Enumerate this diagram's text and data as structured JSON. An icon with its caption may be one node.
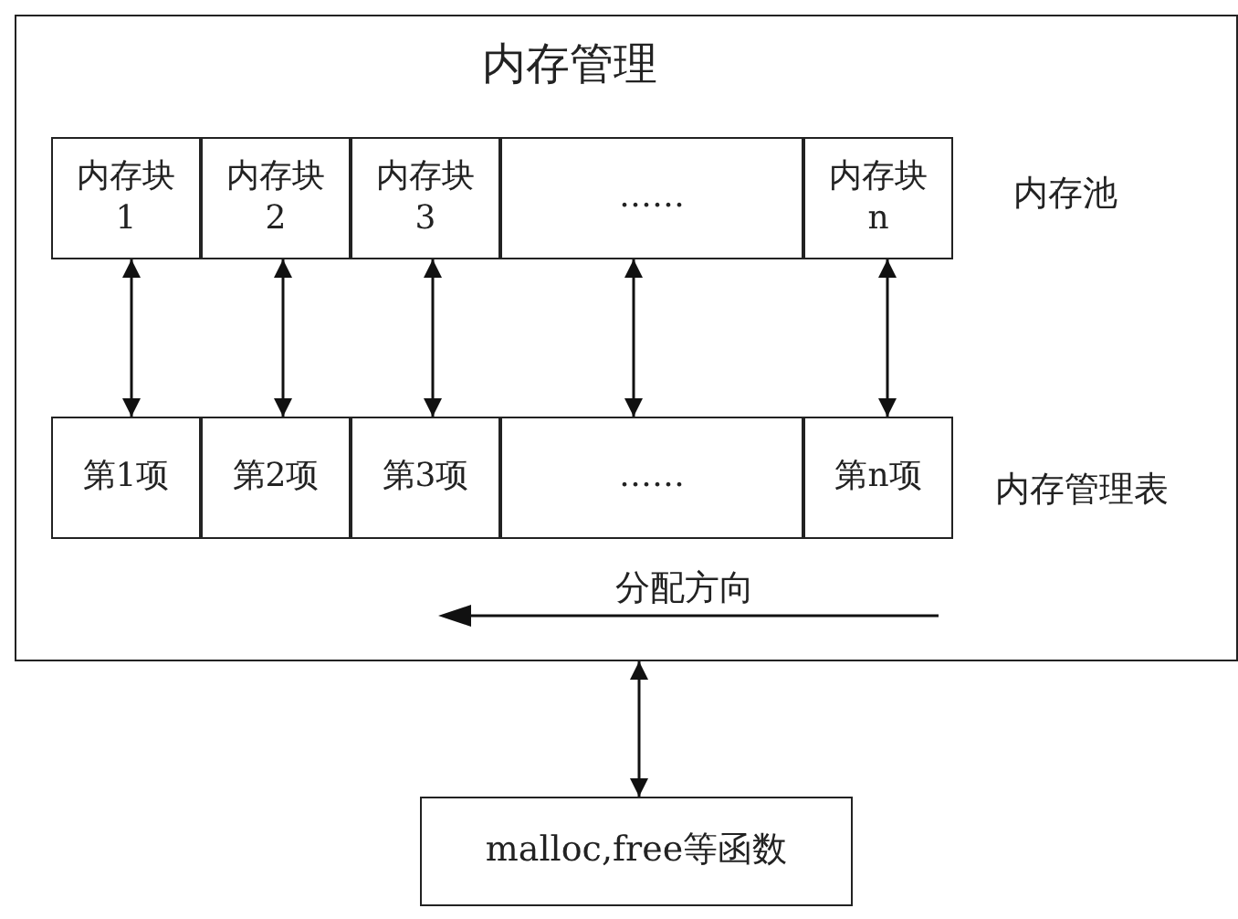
{
  "diagram": {
    "nodes": [
      {
        "text": [
          "内存管理"
        ]
      },
      {
        "text": [
          "内存块 1"
        ],
        "in": 0
      },
      {
        "text": [
          "内存块 2"
        ],
        "in": 0
      },
      {
        "text": [
          "内存块 3"
        ],
        "in": 0
      },
      {
        "text": [
          "……"
        ],
        "in": 0
      },
      {
        "text": [
          "内存块 n"
        ],
        "in": 0
      },
      {
        "text": [
          "第1项"
        ],
        "in": 0
      },
      {
        "text": [
          "第2项"
        ],
        "in": 0
      },
      {
        "text": [
          "第3项"
        ],
        "in": 0
      },
      {
        "text": [
          "……"
        ],
        "in": 0
      },
      {
        "text": [
          "第n项"
        ],
        "in": 0
      },
      {
        "text": [
          "malloc,free等函数"
        ]
      }
    ],
    "edges": [
      {
        "from": 1,
        "to": 6,
        "arrow": "both"
      },
      {
        "from": 2,
        "to": 7,
        "arrow": "both"
      },
      {
        "from": 3,
        "to": 8,
        "arrow": "both"
      },
      {
        "from": 4,
        "to": 9,
        "arrow": "both"
      },
      {
        "from": 5,
        "to": 10,
        "arrow": "both"
      },
      {
        "from": 0,
        "to": 11,
        "arrow": "both"
      }
    ],
    "labels": [
      "内存池",
      "内存管理表",
      "分配方向"
    ]
  }
}
